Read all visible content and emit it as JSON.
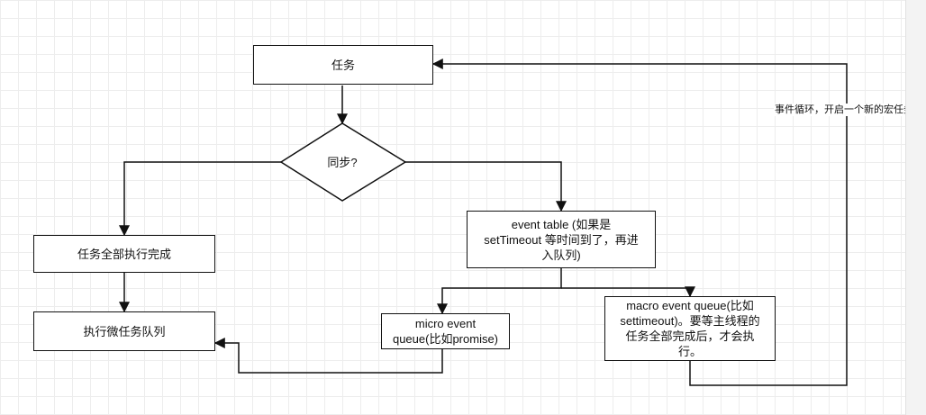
{
  "diagram": {
    "nodes": {
      "task": "任务",
      "sync_decision": "同步?",
      "all_done": "任务全部执行完成",
      "run_micro": "执行微任务队列",
      "event_table": "event table (如果是\nsetTimeout 等时间到了，再进\n入队列)",
      "micro_queue": "micro event\nqueue(比如promise)",
      "macro_queue": "macro event queue(比如\nsettimeout)。要等主线程的\n任务全部完成后，才会执\n行。"
    },
    "edge_labels": {
      "loop": "事件循环，开启一个新的宏任务"
    }
  },
  "colors": {
    "stroke": "#111111",
    "grid": "#ededed"
  }
}
